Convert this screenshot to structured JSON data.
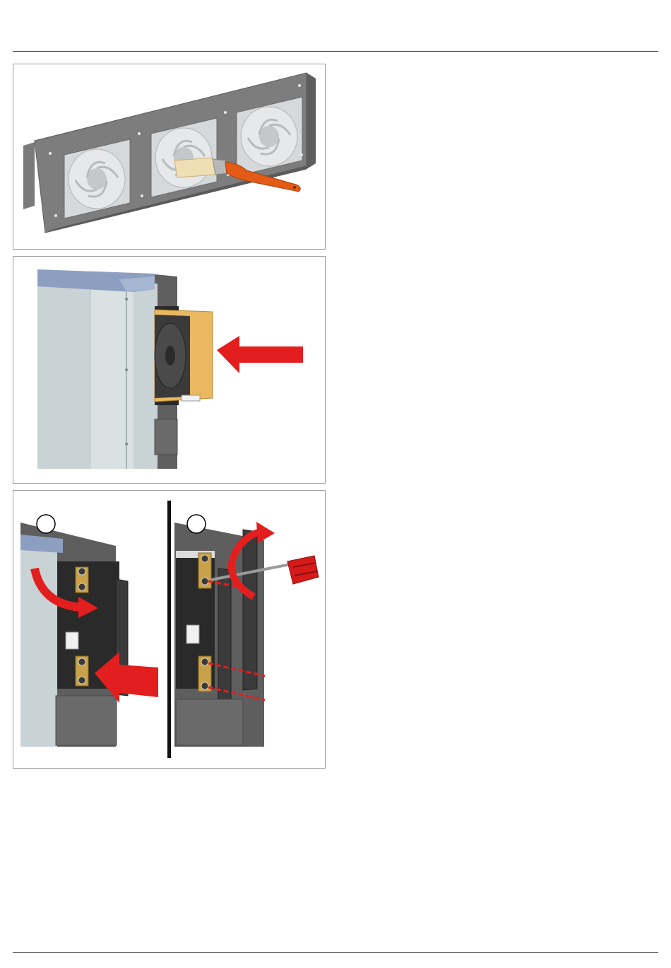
{
  "document": {
    "figures": [
      {
        "id": "fig1",
        "subject": "fan-tray-cleaning"
      },
      {
        "id": "fig2",
        "subject": "fan-module-insertion"
      },
      {
        "id": "fig3",
        "subject": "fan-module-fastening",
        "panels": [
          {
            "number_label": ""
          },
          {
            "number_label": ""
          }
        ]
      }
    ]
  },
  "colors": {
    "frame_border": "#9a9a9a",
    "metal_dark": "#6e6e6e",
    "metal_light": "#c9d3d5",
    "top_cover": "#8d9fc1",
    "arrow_red": "#e31e1e",
    "fan_bracket": "#e9b861",
    "brass": "#c8a24a",
    "brush_handle": "#e35b17"
  }
}
